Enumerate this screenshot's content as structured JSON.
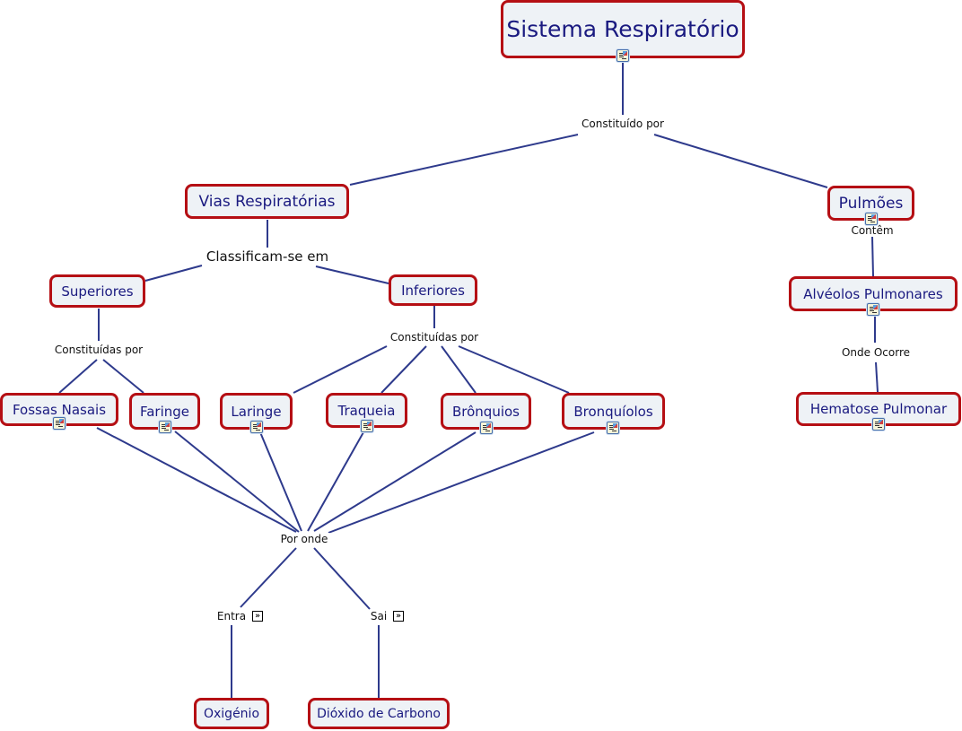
{
  "colors": {
    "line": "#2e3a8c",
    "concept_border": "#b50f14",
    "concept_fill": "#eef2f6",
    "concept_text": "#1a1a80"
  },
  "concepts": {
    "sistema": "Sistema Respiratório",
    "vias": "Vias Respiratórias",
    "pulmoes": "Pulmões",
    "superiores": "Superiores",
    "inferiores": "Inferiores",
    "alveolos": "Alvéolos Pulmonares",
    "fossas": "Fossas Nasais",
    "faringe": "Faringe",
    "laringe": "Laringe",
    "traqueia": "Traqueia",
    "bronquios": "Brônquios",
    "bronquiolos": "Bronquíolos",
    "hematose": "Hematose Pulmonar",
    "oxigenio": "Oxigénio",
    "dioxido": "Dióxido de Carbono"
  },
  "links": {
    "constituido": "Constituído por",
    "classificam": "Classificam-se em",
    "contem": "Contêm",
    "constituidas_sup": "Constituídas por",
    "constituidas_inf": "Constituídas por",
    "onde_ocorre": "Onde Ocorre",
    "por_onde": "Por onde",
    "entra": "Entra",
    "sai": "Sai"
  },
  "icons": {
    "resource": "resource-document-icon",
    "nested": "nested-map-arrow-icon"
  }
}
